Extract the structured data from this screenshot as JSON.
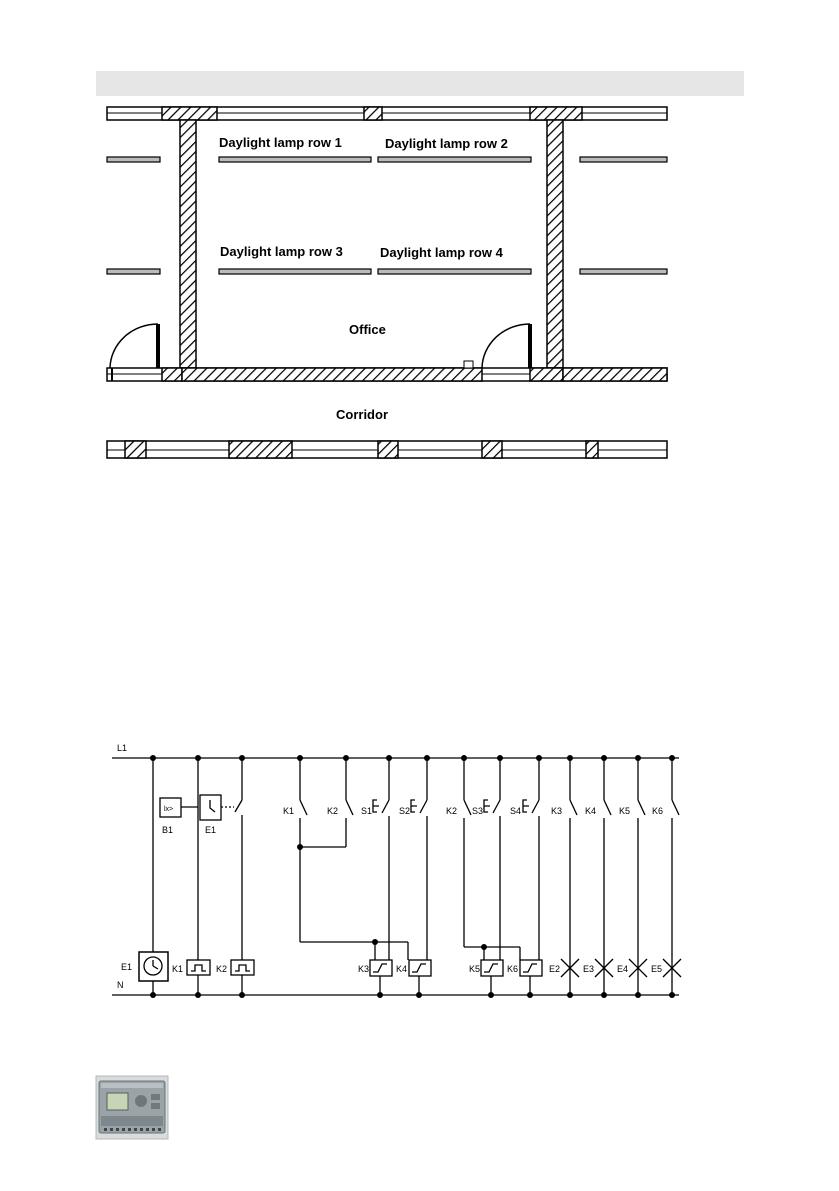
{
  "floor_plan": {
    "lamp_labels": [
      "Daylight lamp row 1",
      "Daylight lamp row 2",
      "Daylight lamp row 3",
      "Daylight lamp row 4"
    ],
    "office_label": "Office",
    "corridor_label": "Corridor"
  },
  "circuit": {
    "l1": "L1",
    "n": "N",
    "b1": "B1",
    "e1_switch": "E1",
    "e1_relay": "E1",
    "k1": "K1",
    "k2": "K2",
    "s1": "S1",
    "s2": "S2",
    "k2b": "K2",
    "s3": "S3",
    "s4": "S4",
    "k3": "K3",
    "k4": "K4",
    "k5": "K5",
    "k6": "K6",
    "k1_coil": "K1",
    "k2_coil": "K2",
    "k3_coil": "K3",
    "k4_coil": "K4",
    "k5_coil": "K5",
    "k6_coil": "K6",
    "e2": "E2",
    "e3": "E3",
    "e4": "E4",
    "e5": "E5",
    "lux_symbol": "lx>"
  },
  "device": {
    "icon": "logo-controller-icon"
  }
}
